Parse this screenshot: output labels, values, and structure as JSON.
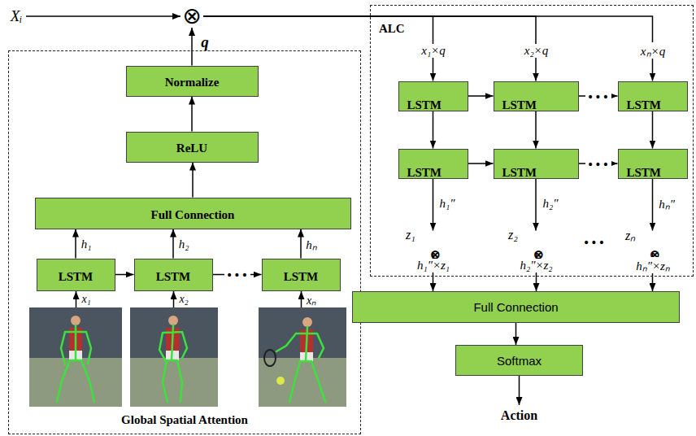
{
  "diagram": {
    "nodes": [
      {
        "text": [
          "⊗"
        ]
      },
      {
        "text": [
          "ALC"
        ]
      },
      {
        "text": [
          "LSTM"
        ],
        "in": 1
      },
      {
        "text": [
          "LSTM"
        ],
        "in": 1
      },
      {
        "text": [
          "LSTM"
        ],
        "in": 1
      },
      {
        "text": [
          "LSTM"
        ],
        "in": 1
      },
      {
        "text": [
          "LSTM"
        ],
        "in": 1
      },
      {
        "text": [
          "LSTM"
        ],
        "in": 1
      },
      {
        "text": [
          "⊗"
        ],
        "in": 1
      },
      {
        "text": [
          "⊗"
        ],
        "in": 1
      },
      {
        "text": [
          "⊗"
        ],
        "in": 1
      },
      {
        "text": [
          "Global Spatial Attention"
        ]
      },
      {
        "text": [
          "Normalize"
        ],
        "in": 11
      },
      {
        "text": [
          "ReLU"
        ],
        "in": 11
      },
      {
        "text": [
          "Full Connection"
        ],
        "in": 11
      },
      {
        "text": [
          "LSTM"
        ],
        "in": 11
      },
      {
        "text": [
          "LSTM"
        ],
        "in": 11
      },
      {
        "text": [
          "LSTM"
        ],
        "in": 11
      },
      {
        "text": [
          "Full Connection"
        ]
      },
      {
        "text": [
          "Softmax"
        ]
      }
    ],
    "edges": [
      {
        "from": 0,
        "to": 2,
        "arrow": "to",
        "label": "x₁×q"
      },
      {
        "from": 0,
        "to": 3,
        "arrow": "to",
        "label": "x₂×q"
      },
      {
        "from": 0,
        "to": 4,
        "arrow": "to",
        "label": "xₙ×q"
      },
      {
        "from": 2,
        "to": 3,
        "arrow": "to"
      },
      {
        "from": 3,
        "to": 4,
        "arrow": "to",
        "label": "•••"
      },
      {
        "from": 5,
        "to": 6,
        "arrow": "to"
      },
      {
        "from": 6,
        "to": 7,
        "arrow": "to",
        "label": "•••"
      },
      {
        "from": 2,
        "to": 5,
        "arrow": "to"
      },
      {
        "from": 3,
        "to": 6,
        "arrow": "to"
      },
      {
        "from": 4,
        "to": 7,
        "arrow": "to"
      },
      {
        "from": 5,
        "to": 8,
        "arrow": "to",
        "label": "h₁″"
      },
      {
        "from": 6,
        "to": 9,
        "arrow": "to",
        "label": "h₂″"
      },
      {
        "from": 7,
        "to": 10,
        "arrow": "to",
        "label": "hₙ″"
      },
      {
        "from": 8,
        "to": 18,
        "arrow": "to",
        "label": "h₁″×z₁"
      },
      {
        "from": 9,
        "to": 18,
        "arrow": "to",
        "label": "h₂″×z₂"
      },
      {
        "from": 10,
        "to": 18,
        "arrow": "to",
        "label": "hₙ″×zₙ"
      },
      {
        "from": 18,
        "to": 19,
        "arrow": "to"
      },
      {
        "from": 15,
        "to": 16,
        "arrow": "to"
      },
      {
        "from": 16,
        "to": 17,
        "arrow": "to",
        "label": "•••"
      },
      {
        "from": 15,
        "to": 14,
        "arrow": "to",
        "label": "h₁"
      },
      {
        "from": 16,
        "to": 14,
        "arrow": "to",
        "label": "h₂"
      },
      {
        "from": 17,
        "to": 14,
        "arrow": "to",
        "label": "hₙ"
      },
      {
        "from": 14,
        "to": 13,
        "arrow": "to"
      },
      {
        "from": 13,
        "to": 12,
        "arrow": "to"
      },
      {
        "from": 12,
        "to": 0,
        "arrow": "to",
        "label": "q"
      }
    ],
    "labels": [
      "Xᵢ",
      "x₁",
      "x₂",
      "xₙ",
      "z₁",
      "z₂",
      "zₙ",
      "•••",
      "Action"
    ]
  }
}
